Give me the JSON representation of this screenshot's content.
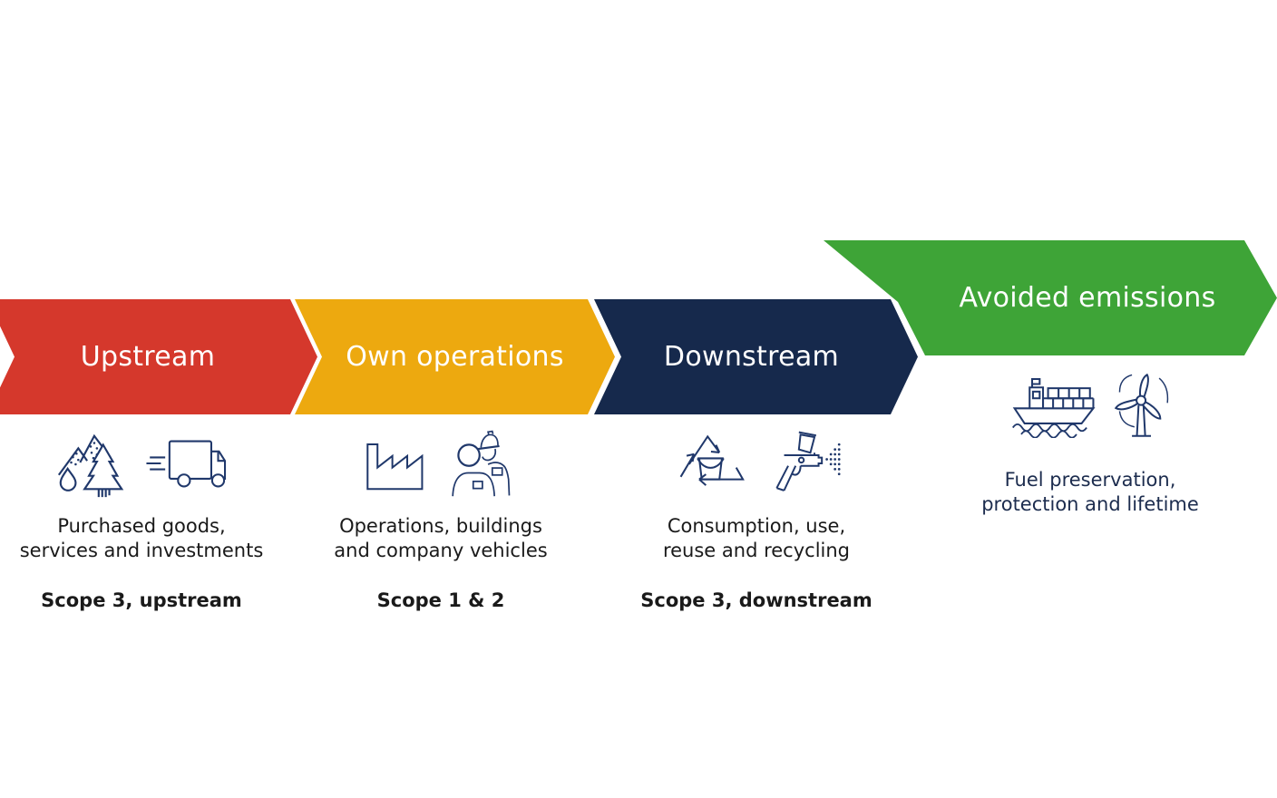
{
  "colors": {
    "upstream_red": "#d5382c",
    "own_operations_amber": "#eda90f",
    "downstream_navy": "#16294c",
    "avoided_green": "#3ea437",
    "icon_stroke": "#20386b",
    "text": "#1a1a1a",
    "text_dark_navy": "#1c2c4e",
    "arrow_label_white": "#ffffff"
  },
  "stages": [
    {
      "label": "Upstream",
      "color": "#d5382c",
      "icons": [
        "forest-water-icon",
        "delivery-truck-icon"
      ],
      "description_lines": [
        "Purchased goods,",
        "services and investments"
      ],
      "scope_label": "Scope 3, upstream"
    },
    {
      "label": "Own operations",
      "color": "#eda90f",
      "icons": [
        "factory-icon",
        "workers-hard-hat-icon"
      ],
      "description_lines": [
        "Operations, buildings",
        "and company vehicles"
      ],
      "scope_label": "Scope 1 & 2"
    },
    {
      "label": "Downstream",
      "color": "#16294c",
      "icons": [
        "recycling-bucket-icon",
        "spray-gun-icon"
      ],
      "description_lines": [
        "Consumption, use,",
        "reuse and recycling"
      ],
      "scope_label": "Scope 3, downstream"
    },
    {
      "label": "Avoided emissions",
      "color": "#3ea437",
      "icons": [
        "cargo-ship-icon",
        "wind-turbine-icon"
      ],
      "description_lines": [
        "Fuel preservation,",
        "protection and lifetime"
      ],
      "scope_label": ""
    }
  ]
}
